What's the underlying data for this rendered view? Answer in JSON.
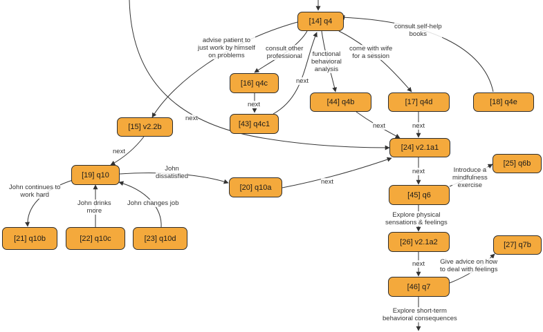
{
  "nodes": {
    "n14": "[14] q4",
    "n16": "[16] q4c",
    "n43": "[43] q4c1",
    "n44": "[44] q4b",
    "n17": "[17] q4d",
    "n18": "[18] q4e",
    "n15": "[15] v2.2b",
    "n24": "[24] v2.1a1",
    "n25": "[25] q6b",
    "n19": "[19] q10",
    "n20": "[20] q10a",
    "n45": "[45] q6",
    "n21": "[21] q10b",
    "n22": "[22] q10c",
    "n23": "[23] q10d",
    "n26": "[26] v2.1a2",
    "n27": "[27] q7b",
    "n46": "[46] q7"
  },
  "edge_labels": {
    "advise": [
      "advise patient to",
      "just work by himself",
      "on problems"
    ],
    "consult_prof": [
      "consult other",
      "professional"
    ],
    "functional": [
      "functional",
      "behavioral",
      "analysis"
    ],
    "come_wife": [
      "come with wife",
      "for a session"
    ],
    "self_help": [
      "consult self-help",
      "books"
    ],
    "next_43_14": [
      "next"
    ],
    "next_16_43": [
      "next"
    ],
    "next_top_24": [
      "next"
    ],
    "next_44_24": [
      "next"
    ],
    "next_17_24": [
      "next"
    ],
    "next_15_19": [
      "next"
    ],
    "john_dissat": [
      "John",
      "dissatisfied"
    ],
    "next_20_24": [
      "next"
    ],
    "next_24_45": [
      "next"
    ],
    "mindfulness": [
      "Introduce a",
      "mindfulness",
      "exercise"
    ],
    "continues": [
      "John continues to",
      "work hard"
    ],
    "drinks": [
      "John drinks",
      "more"
    ],
    "changes": [
      "John changes job"
    ],
    "physical": [
      "Explore physical",
      "sensations & feelings"
    ],
    "next_26_46": [
      "next"
    ],
    "advice_feel": [
      "Give advice on how",
      "to deal with feelings"
    ],
    "short_term": [
      "Explore short-term",
      "behavioral consequences"
    ]
  }
}
